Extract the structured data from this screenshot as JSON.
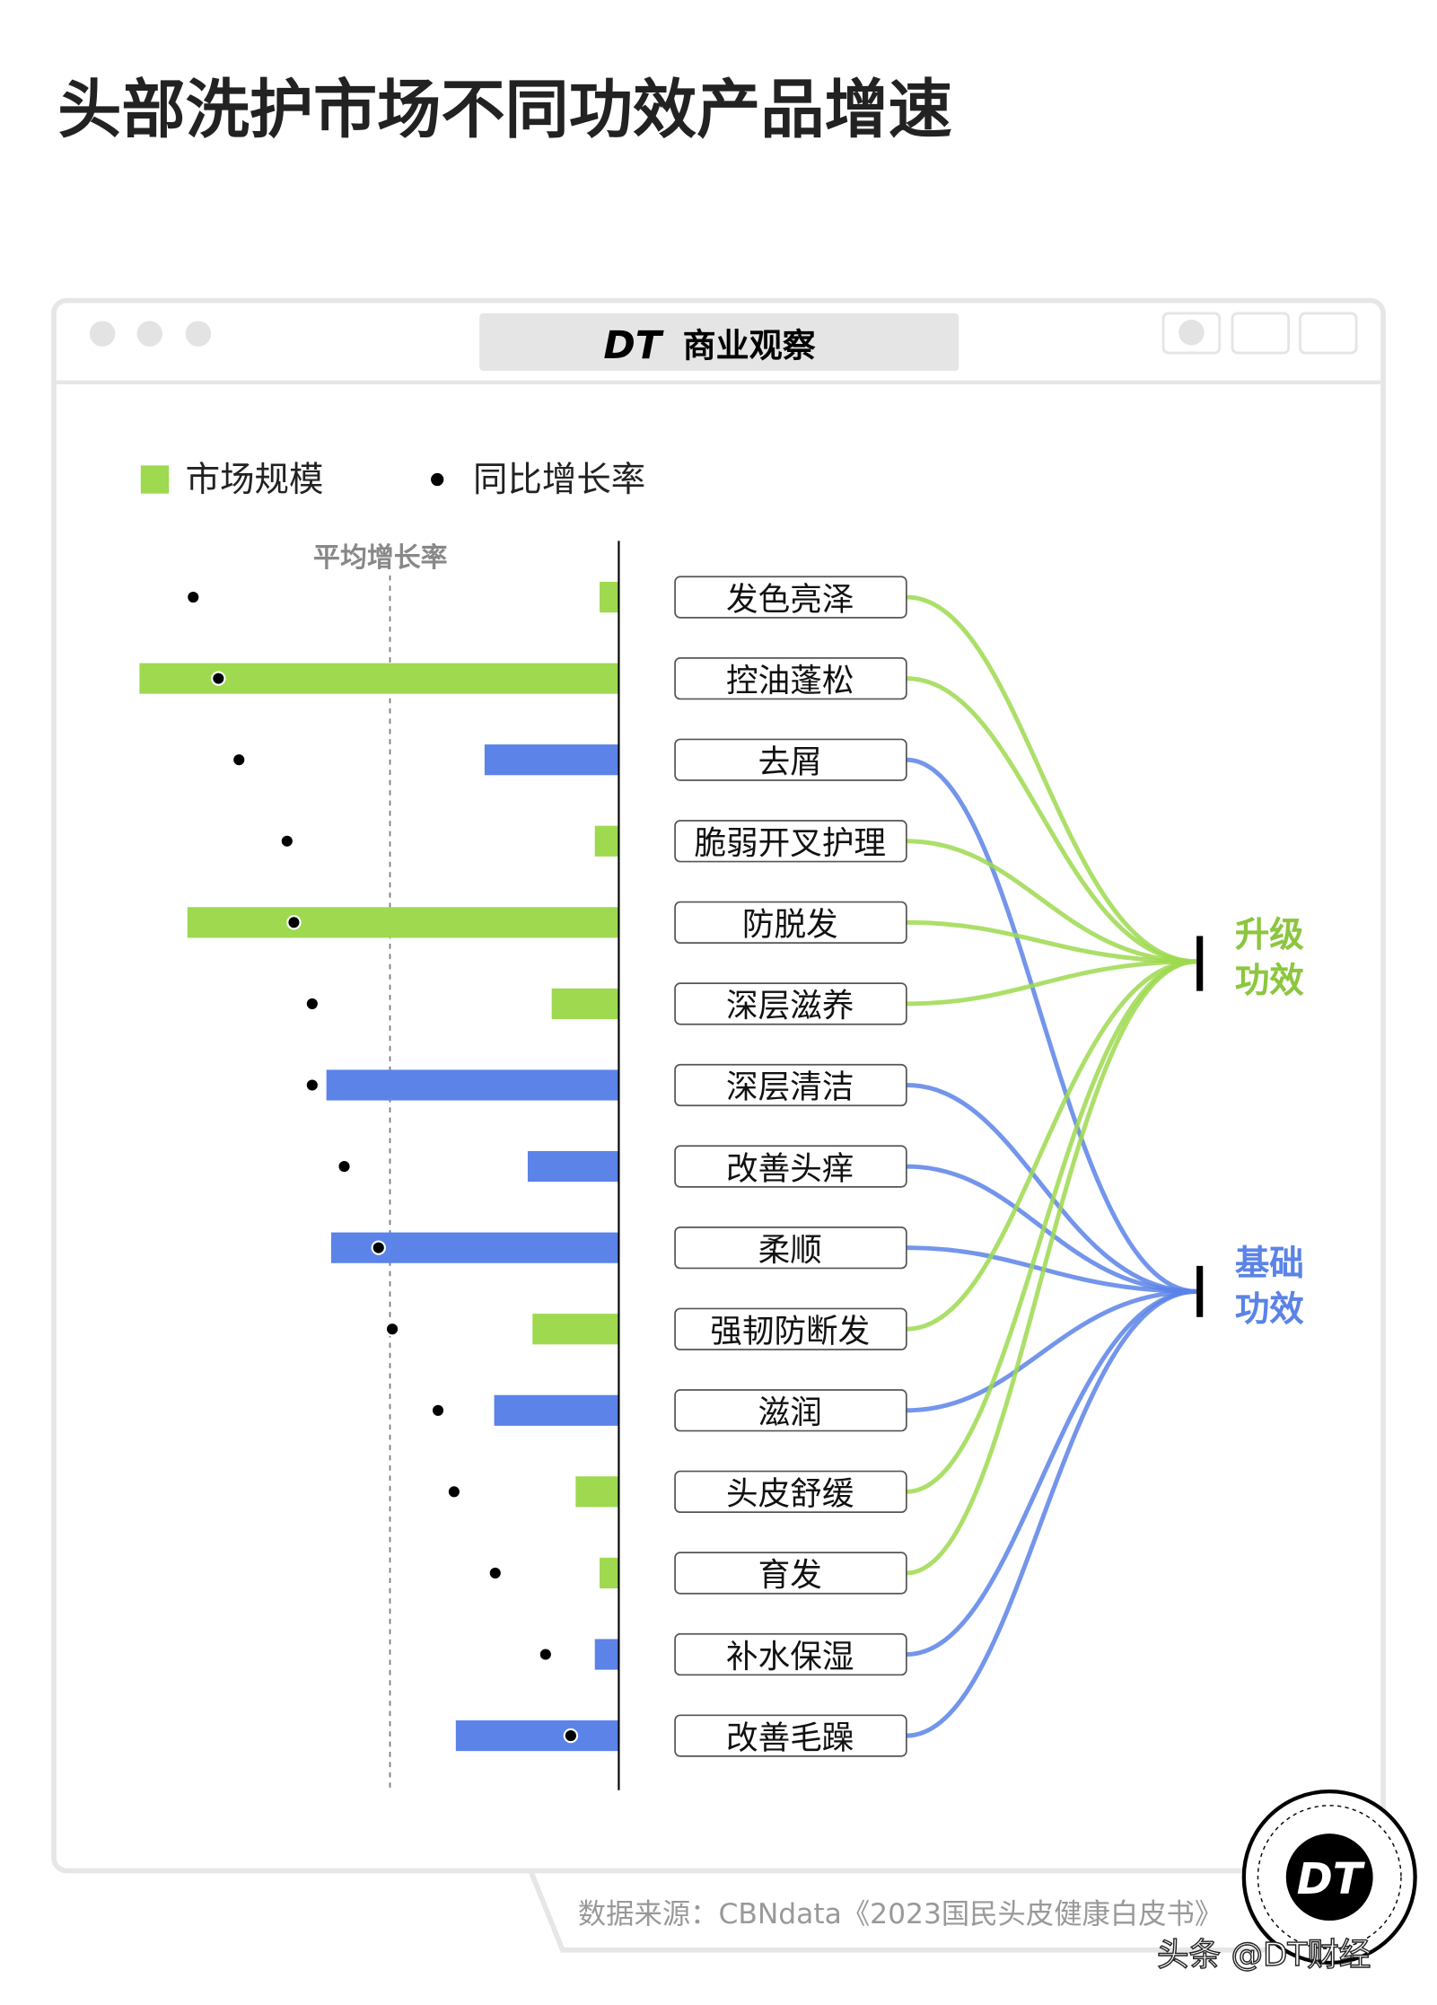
{
  "title": "头部洗护市场不同功效产品增速",
  "window": {
    "brand_logo": "DT",
    "brand_name": "商业观察",
    "controls": [
      "close-icon",
      "minimize-icon",
      "block-icon"
    ],
    "toolbar_icons": [
      "record-icon",
      "share-icon",
      "copy-icon"
    ]
  },
  "footer": {
    "source": "数据来源：CBNdata《2023国民头皮健康白皮书》",
    "stamp_logo": "DT",
    "credit": "头条 @DT财经"
  },
  "colors": {
    "upgrade": "#9ed94f",
    "basic": "#5b83e8",
    "dot": "#000000",
    "category_upgrade_text": "#8cc63f",
    "category_basic_text": "#5b83e8"
  },
  "chart_data": {
    "type": "bar",
    "title": "头部洗护市场不同功效产品增速",
    "legend": [
      {
        "label": "市场规模",
        "marker": "square"
      },
      {
        "label": "同比增长率",
        "marker": "dot"
      }
    ],
    "legend_position": "top-left",
    "reference_line": {
      "label": "平均增长率",
      "value": 1.0
    },
    "groups": [
      {
        "key": "upgrade",
        "label": "升级功效"
      },
      {
        "key": "basic",
        "label": "基础功效"
      }
    ],
    "categories": [
      "发色亮泽",
      "控油蓬松",
      "去屑",
      "脆弱开叉护理",
      "防脱发",
      "深层滋养",
      "深层清洁",
      "改善头痒",
      "柔顺",
      "强韧防断发",
      "滋润",
      "头皮舒缓",
      "育发",
      "补水保湿",
      "改善毛躁"
    ],
    "group_of": [
      "upgrade",
      "upgrade",
      "basic",
      "upgrade",
      "upgrade",
      "upgrade",
      "basic",
      "basic",
      "basic",
      "upgrade",
      "basic",
      "upgrade",
      "upgrade",
      "basic",
      "basic"
    ],
    "series": [
      {
        "name": "市场规模",
        "unit": "relative to max",
        "values": [
          0.04,
          1.0,
          0.28,
          0.05,
          0.9,
          0.14,
          0.61,
          0.19,
          0.6,
          0.18,
          0.26,
          0.09,
          0.04,
          0.05,
          0.34
        ]
      },
      {
        "name": "同比增长率",
        "unit": "relative to average",
        "values": [
          1.86,
          1.75,
          1.66,
          1.45,
          1.42,
          1.34,
          1.34,
          1.2,
          1.05,
          0.99,
          0.79,
          0.72,
          0.54,
          0.32,
          0.21
        ]
      }
    ],
    "grid": false
  }
}
